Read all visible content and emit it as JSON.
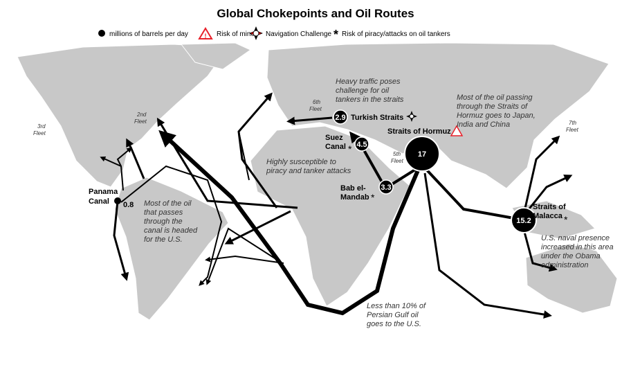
{
  "title": "Global Chokepoints and Oil Routes",
  "legend": {
    "barrels": "millions of barrels per day",
    "mines": "Risk of mines",
    "navigation": "Navigation Challenge",
    "piracy": "Risk of piracy/attacks on oil tankers",
    "mine_color": "#e8202a"
  },
  "chokepoints": [
    {
      "name": "Straits of Hormuz",
      "value": "17"
    },
    {
      "name": "Straits of",
      "name2": "Malacca",
      "value": "15.2"
    },
    {
      "name": "Suez",
      "name2": "Canal",
      "value": "4.5"
    },
    {
      "name": "Bab el-",
      "name2": "Mandab",
      "value": "3.3"
    },
    {
      "name": "Turkish Straits",
      "value": "2.9"
    },
    {
      "name": "Panama",
      "name2": "Canal",
      "value": "0.8"
    }
  ],
  "fleets": {
    "f2": [
      "2nd",
      "Fleet"
    ],
    "f3": [
      "3rd",
      "Fleet"
    ],
    "f5": [
      "5th",
      "Fleet"
    ],
    "f6": [
      "6th",
      "Fleet"
    ],
    "f7": [
      "7th",
      "Fleet"
    ]
  },
  "notes": {
    "turkish": [
      "Heavy traffic poses",
      "challenge for oil",
      "tankers in the straits"
    ],
    "hormuz": [
      "Most of the oil passing",
      "through the Straits of",
      "Hormuz goes to Japan,",
      "India and China"
    ],
    "piracy": [
      "Highly susceptible to",
      "piracy and tanker attacks"
    ],
    "panama": [
      "Most of the oil",
      "that passes",
      "through the",
      "canal is headed",
      "for the U.S."
    ],
    "malacca": [
      "U.S. naval presence",
      "increased in this area",
      "under the Obama",
      "administration"
    ],
    "gulf": [
      "Less than 10% of",
      "Persian Gulf oil",
      "goes to the U.S."
    ]
  }
}
